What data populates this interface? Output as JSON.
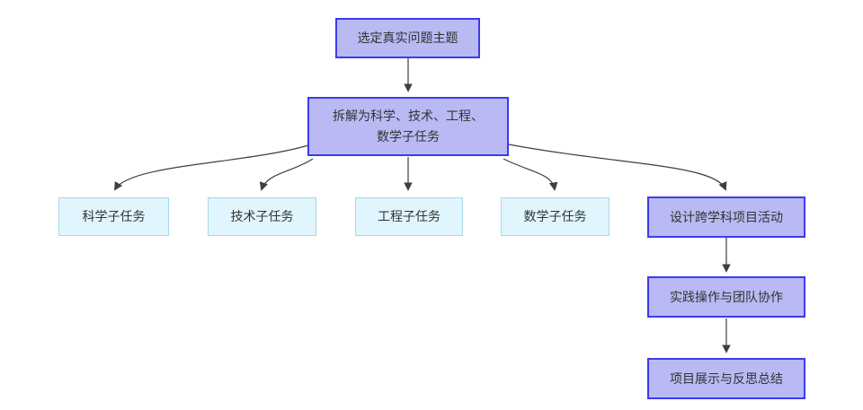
{
  "colors": {
    "canvas_bg": "#ffffff",
    "purple_fill": "#b9b9f3",
    "purple_border": "#3b3bf0",
    "blue_fill": "#e0f5fd",
    "blue_border": "#a9d7e8",
    "text": "#333333",
    "arrow": "#3f3f3f"
  },
  "nodes": {
    "root": {
      "label": "选定真实问题主题"
    },
    "decompose": {
      "label": "拆解为科学、技术、工程、\n数学子任务"
    },
    "science": {
      "label": "科学子任务"
    },
    "tech": {
      "label": "技术子任务"
    },
    "engineering": {
      "label": "工程子任务"
    },
    "math": {
      "label": "数学子任务"
    },
    "design": {
      "label": "设计跨学科项目活动"
    },
    "practice": {
      "label": "实践操作与团队协作"
    },
    "present": {
      "label": "项目展示与反思总结"
    }
  }
}
